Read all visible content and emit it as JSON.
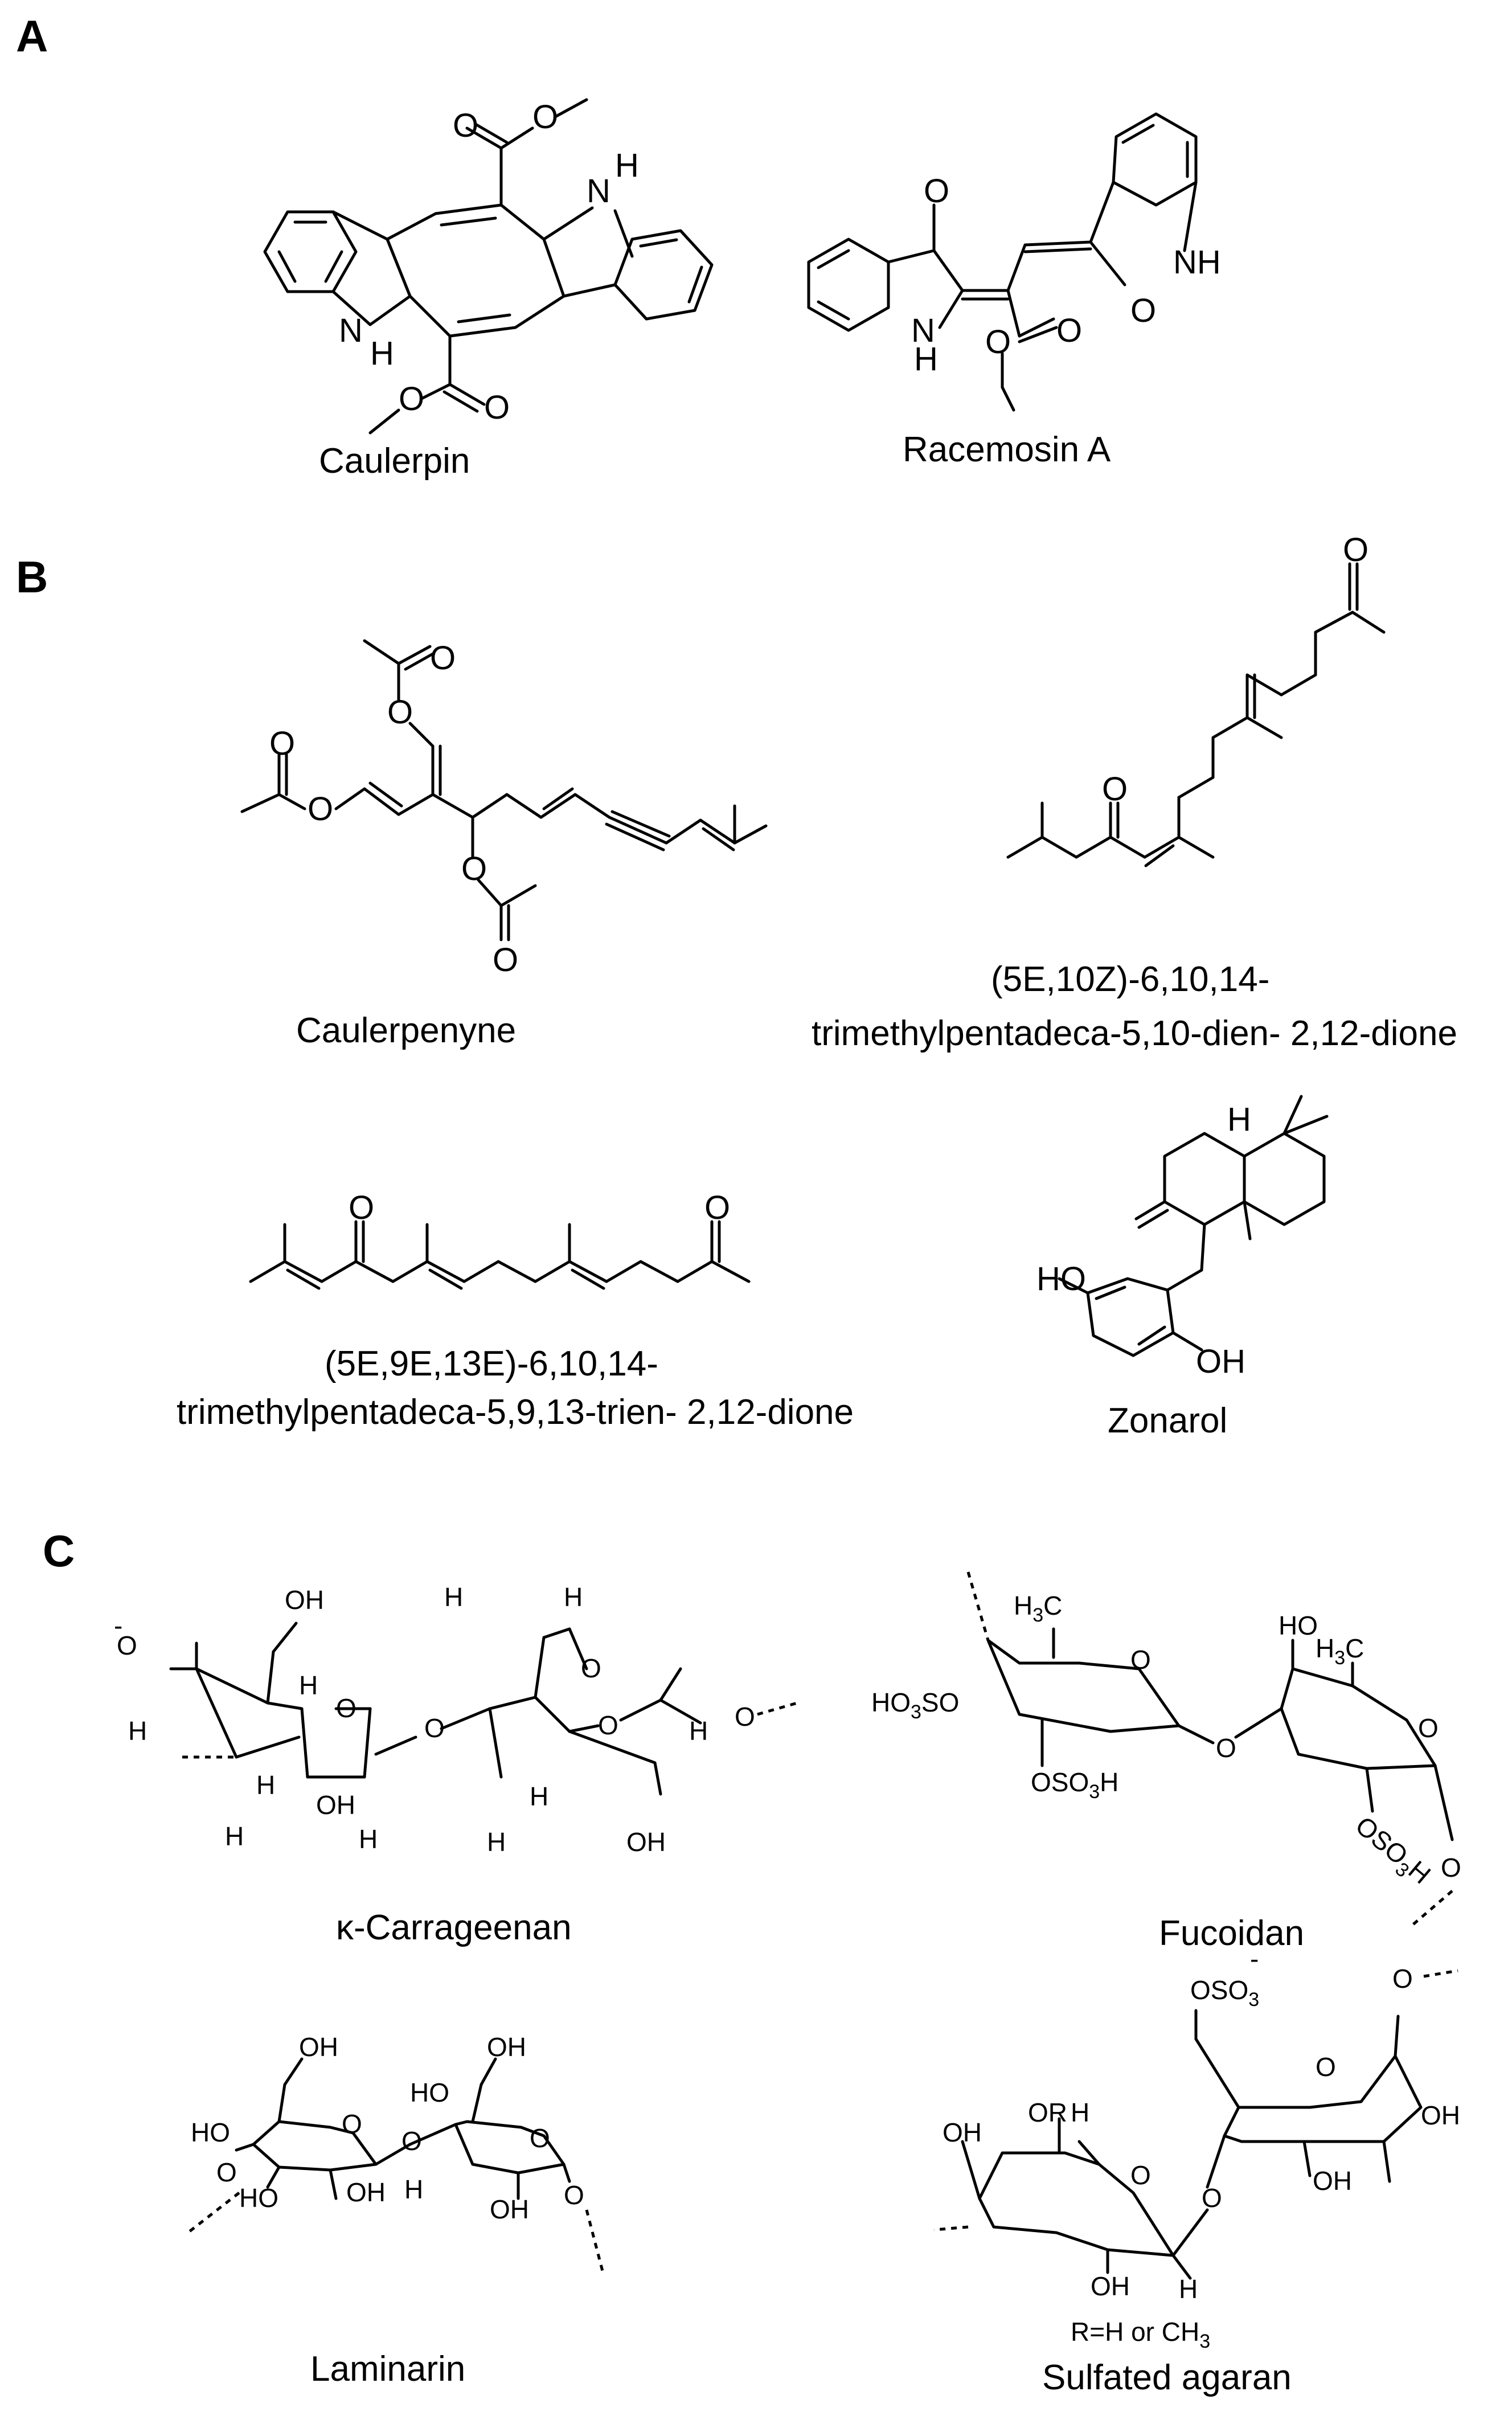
{
  "panels": {
    "a": {
      "letter": "A",
      "compounds": [
        "Caulerpin",
        "Racemosin A"
      ],
      "atoms": {
        "o": "O",
        "nh": "NH",
        "n": "N",
        "h": "H"
      }
    },
    "b": {
      "letter": "B",
      "compounds": [
        "Caulerpenyne",
        "Zonarol"
      ],
      "trimethyl_dien_line1": "(5E,10Z)-6,10,14-",
      "trimethyl_dien_line2": "trimethylpentadeca-5,10-dien- 2,12-dione",
      "trimethyl_trien_line1": "(5E,9E,13E)-6,10,14-",
      "trimethyl_trien_line2": "trimethylpentadeca-5,9,13-trien- 2,12-dione",
      "atoms": {
        "o": "O",
        "h": "H",
        "ho": "HO",
        "oh": "OH"
      }
    },
    "c": {
      "letter": "C",
      "compounds": [
        "κ-Carrageenan",
        "Fucoidan",
        "Laminarin",
        "Sulfated agaran"
      ],
      "r_note": "R=H or CH",
      "atoms": {
        "o": "O",
        "h": "H",
        "oh": "OH",
        "ho": "HO",
        "or": "OR",
        "minus": "-",
        "o3so": "O",
        "so": "SO",
        "ho3so": "HO",
        "oso3h": "OSO",
        "osoh": "OSO",
        "oso3": "OSO"
      }
    }
  }
}
